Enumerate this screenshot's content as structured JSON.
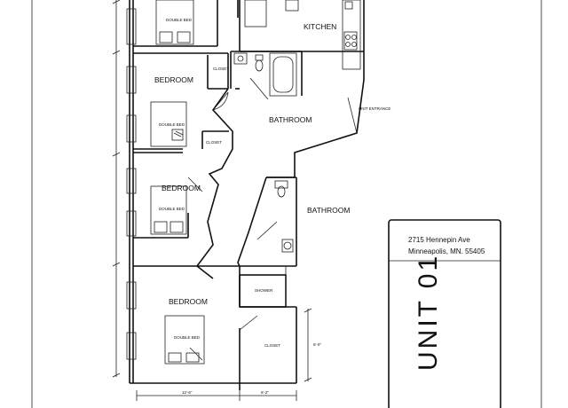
{
  "rooms": {
    "bed_top_bed": "DOUBLE BED",
    "kitchen": "KITCHEN",
    "bedroom1": "BEDROOM",
    "bed1_bed": "DOUBLE BED",
    "closet1": "CLOSET",
    "bathroom1": "BATHROOM",
    "closet2": "CLOSET",
    "unit_entrance": "UNIT ENTRANCE",
    "bedroom2": "BEDROOM",
    "bed2_bed": "DOUBLE BED",
    "bathroom2": "BATHROOM",
    "shower": "SHOWER",
    "bedroom3": "BEDROOM",
    "bed3_bed": "DOUBLE BED",
    "closet3": "CLOSET"
  },
  "dimensions": {
    "left_1": "",
    "left_2": "",
    "left_3": "",
    "bottom_1": "12'-6\"",
    "bottom_2": "6'-2\"",
    "right_1": "6'-0\""
  },
  "info_box": {
    "address_line1": "2715 Hennepin Ave",
    "address_line2": "Minneapolis, MN. 55405",
    "unit_label": "UNIT 01"
  }
}
